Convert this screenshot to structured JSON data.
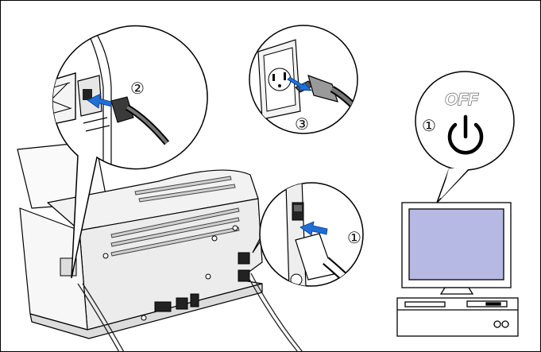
{
  "labels": {
    "step_connector": "②",
    "step_outlet": "③",
    "step_switch": "①",
    "step_computer": "①",
    "off_text": "OFF"
  },
  "icons": {
    "power": "power-icon",
    "arrow": "arrow-icon"
  },
  "colors": {
    "stroke": "#000000",
    "arrow_blue": "#1f6fd6",
    "monitor_screen": "#b6b9e4",
    "printer_body": "#f2f2f2",
    "vent": "#d0d0d0"
  }
}
